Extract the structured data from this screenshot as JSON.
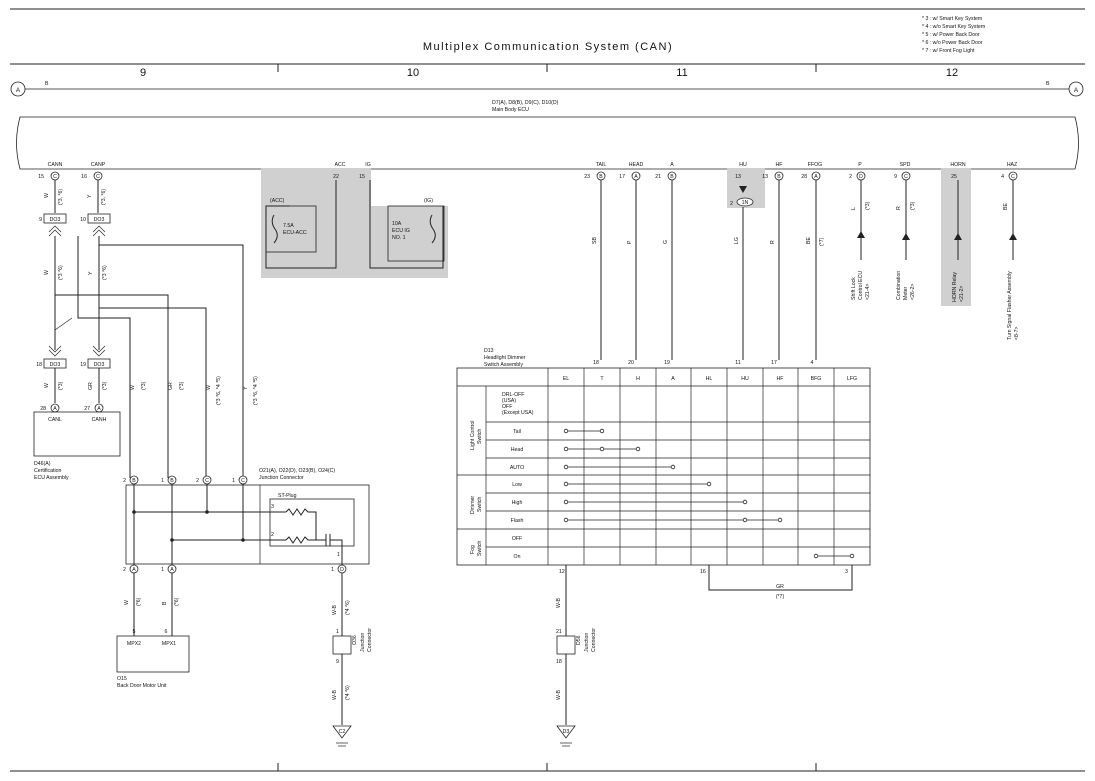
{
  "title": "Multiplex Communication System (CAN)",
  "notes": [
    "* 3 : w/ Smart Key System",
    "* 4 : w/o Smart Key System",
    "* 5 : w/ Power Back Door",
    "* 6 : w/o Power Back Door",
    "* 7 : w/ Front Fog Light"
  ],
  "grid": [
    "9",
    "10",
    "11",
    "12"
  ],
  "edge_refs": {
    "left_circle": "A",
    "right_circle": "A",
    "left_b": "B",
    "right_b": "B"
  },
  "ecu": {
    "id": "D7(A), D8(B), D9(C), D10(D)",
    "name": "Main Body ECU"
  },
  "ecu_terminals": [
    {
      "label": "CANN",
      "pin": "15",
      "conn": "C"
    },
    {
      "label": "CANP",
      "pin": "16",
      "conn": "C"
    },
    {
      "label": "ACC",
      "pin": "22",
      "conn": ""
    },
    {
      "label": "IG",
      "pin": "15",
      "conn": ""
    },
    {
      "label": "TAIL",
      "pin": "23",
      "conn": "B"
    },
    {
      "label": "HEAD",
      "pin": "17",
      "conn": "A"
    },
    {
      "label": "A",
      "pin": "21",
      "conn": "B"
    },
    {
      "label": "HU",
      "pin": "13",
      "conn": ""
    },
    {
      "label": "HF",
      "pin": "13",
      "conn": "B"
    },
    {
      "label": "FFOG",
      "pin": "28",
      "conn": "A"
    },
    {
      "label": "P",
      "pin": "2",
      "conn": "D"
    },
    {
      "label": "SPD",
      "pin": "9",
      "conn": "C"
    },
    {
      "label": "HORN",
      "pin": "25",
      "conn": ""
    },
    {
      "label": "HAZ",
      "pin": "4",
      "conn": "C"
    }
  ],
  "fuses": {
    "acc_label": "(ACC)",
    "acc_name": "7.5A\nECU-ACC",
    "ig_label": "(IG)",
    "ig_name": "10A\nECU IG\nNO. 1"
  },
  "connectors": {
    "do3": "DO3",
    "top_pins": [
      "9",
      "10"
    ],
    "bottom_pins": [
      "18",
      "19"
    ],
    "hu_pin": "2",
    "hu_conn": "1N"
  },
  "wire_labels": {
    "canl_top": "W",
    "canl_top_note": "(*3, *6)",
    "canp_top": "Y",
    "canp_top_note": "(*3, *6)",
    "w_mid": "W",
    "w_mid_note": "(*3 *6)",
    "y_mid": "Y",
    "y_mid_note": "(*3 *6)",
    "w_low": "W",
    "w_low_note": "(*3)",
    "gr_low": "GR",
    "gr_low_note": "(*3)",
    "w2": "W",
    "w2_note": "(*3)",
    "gr2": "GR",
    "gr2_note": "(*3)",
    "w3": "W",
    "w3_note": "(*3 *6, *4 *5)",
    "y3": "Y",
    "y3_note": "(*3 *6, *4 *5)",
    "l_p": "L",
    "l_p_note": "(*3)",
    "r_spd": "R",
    "r_spd_note": "(*3)",
    "be_haz": "BE",
    "sb": "SB",
    "p": "P",
    "g": "G",
    "lg": "LG",
    "r": "R",
    "be": "BE",
    "be_note": "(*7)",
    "w_mpx2": "W",
    "w_mpx2_note": "(*6)",
    "b_mpx1": "B",
    "b_mpx1_note": "(*6)",
    "wb1": "W-B",
    "wb1_note": "(*4 *6)",
    "wb2": "W-B",
    "wb2_note": "(*4 *6)",
    "wb3": "W-B",
    "wb4": "W-B",
    "gr_fog": "GR",
    "gr_fog_note": "(*7)"
  },
  "cert_ecu": {
    "id": "D46(A)",
    "name": "Certification\nECU Assembly",
    "pins": [
      "28",
      "27"
    ],
    "conns": [
      "A",
      "A"
    ],
    "terminals": [
      "CANL",
      "CANH"
    ]
  },
  "junction": {
    "id": "O21(A), O22(D), O23(B), O24(C)",
    "name": "Junction Connector",
    "st_plug": "ST-Plug",
    "top_pins": [
      {
        "pin": "2",
        "c": "B"
      },
      {
        "pin": "1",
        "c": "B"
      },
      {
        "pin": "2",
        "c": "C"
      },
      {
        "pin": "1",
        "c": "C"
      }
    ],
    "bottom_pins": [
      {
        "pin": "2",
        "c": "A"
      },
      {
        "pin": "1",
        "c": "A"
      },
      {
        "pin": "1",
        "c": "D"
      }
    ],
    "plug_pins": [
      "3",
      "2",
      "1"
    ]
  },
  "back_door": {
    "id": "O15",
    "name": "Back Door Motor Unit",
    "pins": [
      "5",
      "6"
    ],
    "terminals": [
      "MPX2",
      "MPX1"
    ]
  },
  "o36": {
    "id": "O36",
    "name": "Junction\nConnector",
    "pins": [
      "1",
      "9"
    ]
  },
  "d56": {
    "id": "D56",
    "name": "Junction\nConnector",
    "pins": [
      "21",
      "18"
    ]
  },
  "grounds": [
    "C2",
    "D3"
  ],
  "right_components": [
    {
      "name": "Shift Lock\nControl ECU\n<21-4>"
    },
    {
      "name": "Combination\nMeter\n<26-2>"
    },
    {
      "name": "HORN Relay\n<21-2>"
    },
    {
      "name": "Turn Signal Flasher Assembly\n<8-7>"
    }
  ],
  "switch": {
    "id": "D13",
    "name": "Headlight Dimmer\nSwitch Assembly",
    "pins": [
      "18",
      "20",
      "19",
      "11",
      "17",
      "4"
    ],
    "bottom_pins": [
      "12",
      "16",
      "3"
    ],
    "columns": [
      "EL",
      "T",
      "H",
      "A",
      "HL",
      "HU",
      "HF",
      "BFG",
      "LFG"
    ],
    "groups": [
      {
        "label": "Light Control\nSwitch",
        "rows": [
          "DRL-OFF\n(USA)\nOFF\n(Except USA)",
          "Tail",
          "Head",
          "AUTO"
        ]
      },
      {
        "label": "Dimmer\nSwitch",
        "rows": [
          "Low",
          "High",
          "Flash"
        ]
      },
      {
        "label": "Fog\nSwitch",
        "rows": [
          "OFF",
          "On"
        ]
      }
    ]
  }
}
